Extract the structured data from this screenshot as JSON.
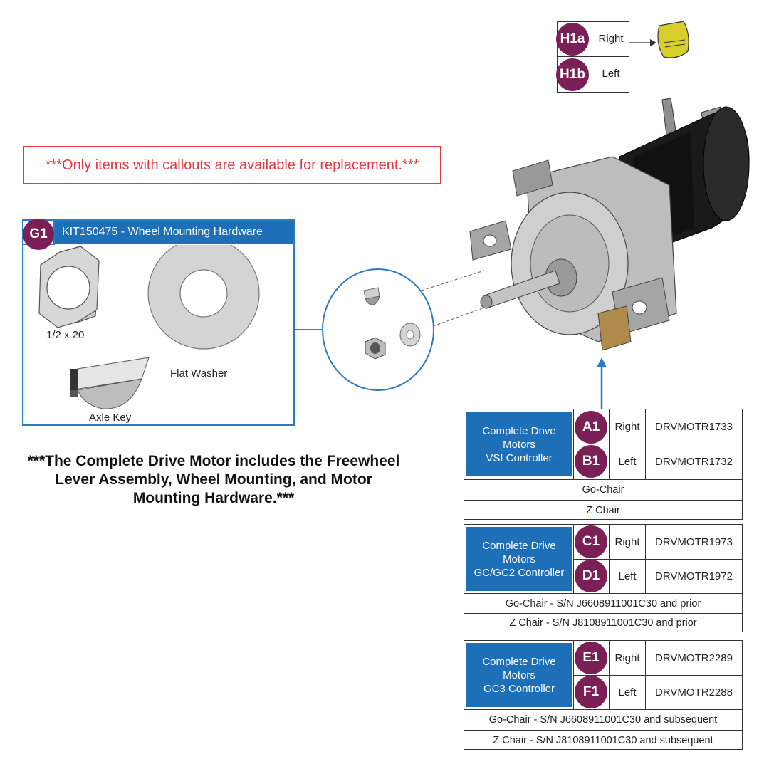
{
  "notice": "***Only items with callouts are available for replacement.***",
  "h1": {
    "rows": [
      {
        "callout": "H1a",
        "label": "Right"
      },
      {
        "callout": "H1b",
        "label": "Left"
      }
    ]
  },
  "g1": {
    "callout": "G1",
    "title": "KIT150475 - Wheel Mounting Hardware",
    "parts": {
      "nut": "1/2 x 20",
      "washer": "Flat Washer",
      "key": "Axle Key"
    }
  },
  "motor_note": "***The Complete Drive Motor includes the Freewheel Lever Assembly, Wheel Mounting, and Motor Mounting Hardware.***",
  "motor_tables": [
    {
      "heading": [
        "Complete Drive",
        "Motors",
        "VSI Controller"
      ],
      "rows": [
        {
          "callout": "A1",
          "side": "Right",
          "part": "DRVMOTR1733"
        },
        {
          "callout": "B1",
          "side": "Left",
          "part": "DRVMOTR1732"
        }
      ],
      "models": [
        "Go-Chair",
        "Z Chair"
      ]
    },
    {
      "heading": [
        "Complete Drive",
        "Motors",
        "GC/GC2 Controller"
      ],
      "rows": [
        {
          "callout": "C1",
          "side": "Right",
          "part": "DRVMOTR1973"
        },
        {
          "callout": "D1",
          "side": "Left",
          "part": "DRVMOTR1972"
        }
      ],
      "models": [
        "Go-Chair - S/N J6608911001C30 and prior",
        "Z Chair - S/N J8108911001C30 and prior"
      ]
    },
    {
      "heading": [
        "Complete Drive",
        "Motors",
        "GC3 Controller"
      ],
      "rows": [
        {
          "callout": "E1",
          "side": "Right",
          "part": "DRVMOTR2289"
        },
        {
          "callout": "F1",
          "side": "Left",
          "part": "DRVMOTR2288"
        }
      ],
      "models": [
        "Go-Chair - S/N J6608911001C30 and subsequent",
        "Z Chair - S/N J8108911001C30 and subsequent"
      ]
    }
  ],
  "colors": {
    "callout": "#7b1f57",
    "header_blue": "#1d6fb8",
    "notice_red": "#e23a3f",
    "border_blue": "#2a7bc4"
  }
}
